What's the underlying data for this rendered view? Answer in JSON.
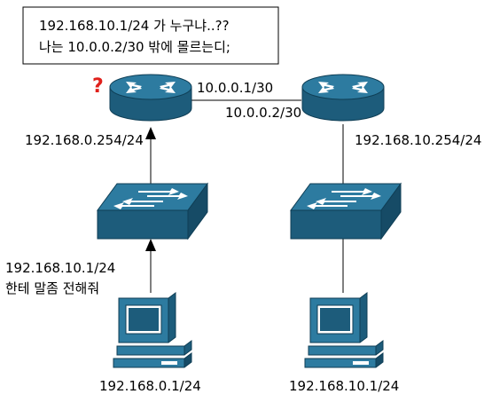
{
  "note_box": {
    "line1": "192.168.10.1/24 가 누구냐..??",
    "line2": "나는 10.0.0.2/30 밖에 몰르는디;"
  },
  "question_mark": "?",
  "router_left": {
    "wan_ip": "10.0.0.1/30",
    "lan_ip": "192.168.0.254/24"
  },
  "router_right": {
    "wan_ip": "10.0.0.2/30",
    "lan_ip": "192.168.10.254/24"
  },
  "pc_left": {
    "ip": "192.168.0.1/24",
    "message_line1": "192.168.10.1/24",
    "message_line2": "한테 말좀 전해줘"
  },
  "pc_right": {
    "ip": "192.168.10.1/24"
  },
  "colors": {
    "device_top": "#2d7ba0",
    "device_side": "#1d5c7b",
    "device_dark": "#164b66",
    "line": "#000000",
    "question": "#e0201b"
  },
  "icons": {
    "router": "router-icon",
    "switch": "switch-icon",
    "pc": "pc-icon"
  }
}
